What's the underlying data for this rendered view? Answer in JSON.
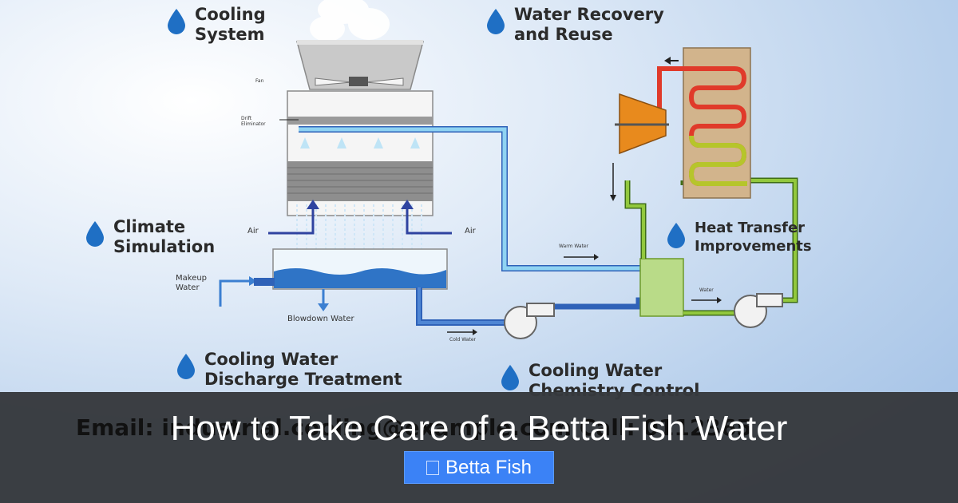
{
  "headings": {
    "cooling_system": "Cooling\nSystem",
    "water_recovery": "Water Recovery\nand Reuse",
    "climate_simulation": "Climate\nSimulation",
    "heat_transfer": "Heat Transfer\nImprovements",
    "discharge_treatment": "Cooling Water\nDischarge Treatment",
    "chemistry_control": "Cooling Water\nChemistry Control"
  },
  "labels": {
    "fan": "Fan",
    "drift": "Drift\nEliminator",
    "air_left": "Air",
    "air_right": "Air",
    "makeup": "Makeup\nWater",
    "blowdown": "Blowdown Water",
    "warm_water": "Warm Water",
    "cold_water": "Cold Water",
    "water": "Water"
  },
  "ghost_text": "Email: industrial.cooling@example.com   Call: 0112365",
  "title": "How to Take Care of a Betta Fish Water",
  "category": {
    "label": "Betta Fish",
    "icon": "folder-icon"
  },
  "colors": {
    "drop": "#1f6fc4",
    "overlay": "#36393d",
    "badge": "#3b82f6",
    "pipe_blue": "#2f62b8",
    "pipe_light": "#8fd3f2",
    "pipe_green": "#7ab52f"
  }
}
